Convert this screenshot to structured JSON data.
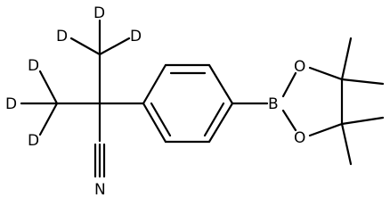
{
  "molecule": {
    "atoms": {
      "d_top": "D",
      "d_upper_left": "D",
      "d_upper_right": "D",
      "d_mid_left_top": "D",
      "d_mid_left": "D",
      "d_mid_left_bottom": "D",
      "nitrile_n": "N",
      "boron": "B",
      "ring_o_top": "O",
      "ring_o_bottom": "O"
    }
  }
}
